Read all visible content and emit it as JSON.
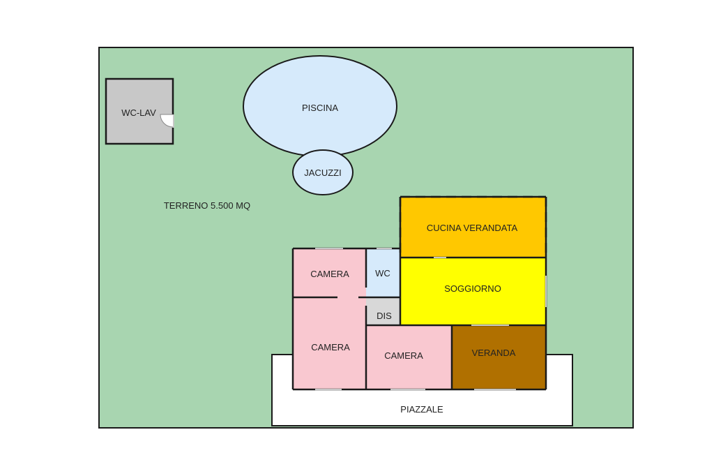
{
  "labels": {
    "terreno": "TERRENO 5.500 MQ",
    "wc_lav": "WC-LAV",
    "piscina": "PISCINA",
    "jacuzzi": "JACUZZI",
    "cucina_verandata": "CUCINA VERANDATA",
    "soggiorno": "SOGGIORNO",
    "camera_top": "CAMERA",
    "wc": "WC",
    "dis": "DIS",
    "camera_left": "CAMERA",
    "camera_mid": "CAMERA",
    "veranda": "VERANDA",
    "piazzale": "PIAZZALE"
  },
  "colors": {
    "terreno": "#a8d5b0",
    "wc_lav": "#c8c8c8",
    "water": "#d6eafb",
    "cucina_verandata": "#ffc800",
    "soggiorno": "#ffff00",
    "camera": "#f9c8d0",
    "wc": "#d6eafb",
    "dis": "#d8d8d8",
    "veranda": "#b07000",
    "piazzale": "#ffffff"
  }
}
